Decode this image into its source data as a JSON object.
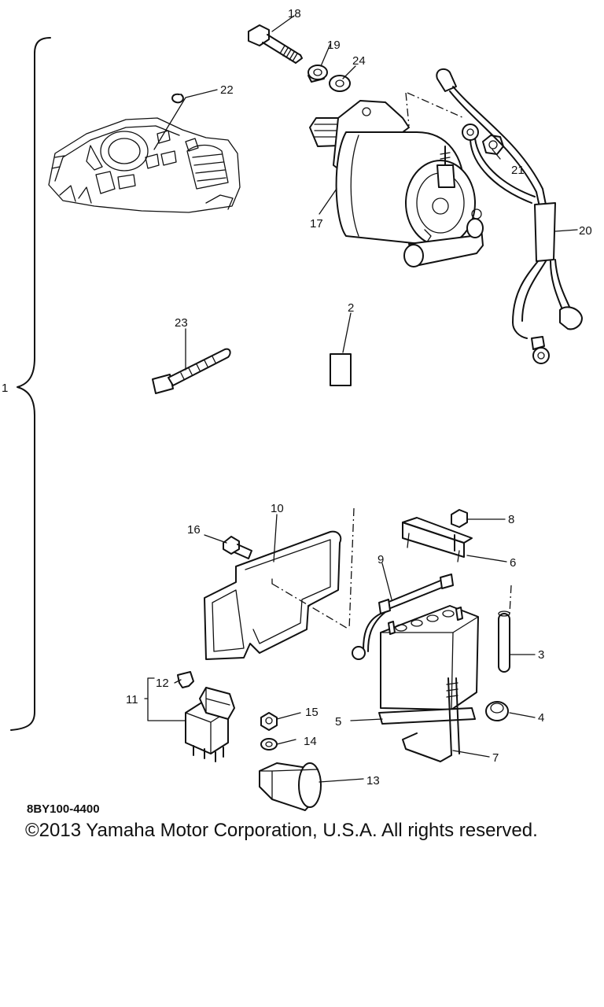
{
  "diagram_code": "8BY100-4400",
  "copyright": "©2013 Yamaha Motor Corporation, U.S.A. All rights reserved.",
  "callouts": {
    "c1": "1",
    "c2": "2",
    "c3": "3",
    "c4": "4",
    "c5": "5",
    "c6": "6",
    "c7": "7",
    "c8": "8",
    "c9": "9",
    "c10": "10",
    "c11": "11",
    "c12": "12",
    "c13": "13",
    "c14": "14",
    "c15": "15",
    "c16": "16",
    "c17": "17",
    "c18": "18",
    "c19": "19",
    "c20": "20",
    "c21": "21",
    "c22": "22",
    "c23": "23",
    "c24": "24"
  }
}
